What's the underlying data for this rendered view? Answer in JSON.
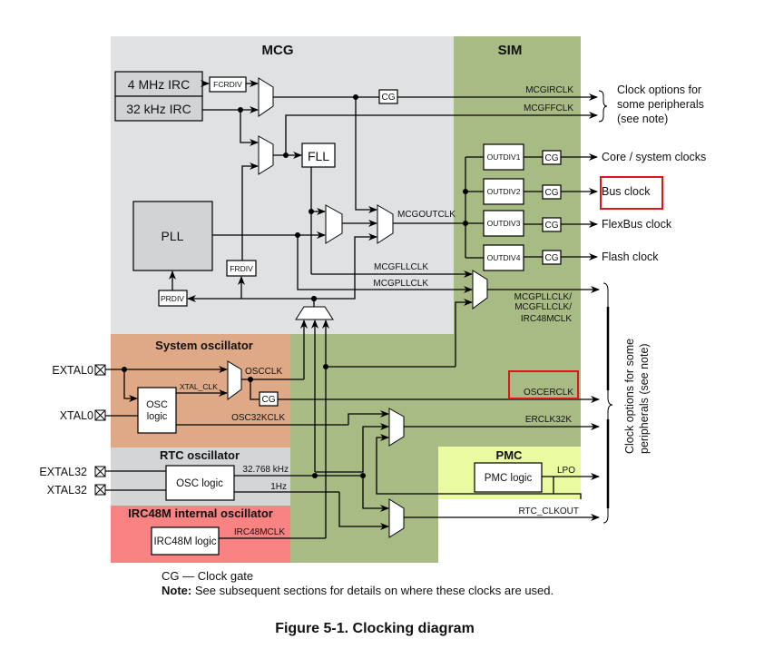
{
  "colors": {
    "mcg_bg": "#dfe1e2",
    "sim_bg": "#a9bb84",
    "sysosc_bg": "#dfa886",
    "rtcosc_bg": "#d4d5d6",
    "irc48m_bg": "#f98383",
    "pmc_bg": "#eafaa0",
    "highlight": "#e0151a",
    "block_grey": "#d2d3d4"
  },
  "regions": {
    "mcg": "MCG",
    "sim": "SIM",
    "system_oscillator": "System oscillator",
    "rtc_oscillator": "RTC oscillator",
    "irc48m_oscillator": "IRC48M internal oscillator",
    "pmc": "PMC"
  },
  "blocks": {
    "irc4m": "4 MHz IRC",
    "irc32k": "32 kHz IRC",
    "fcrdiv": "FCRDIV",
    "fll": "FLL",
    "pll": "PLL",
    "frdiv": "FRDIV",
    "prdiv": "PRDIV",
    "cg": "CG",
    "outdiv": [
      "OUTDIV1",
      "OUTDIV2",
      "OUTDIV3",
      "OUTDIV4"
    ],
    "osc_logic_line1": "OSC",
    "osc_logic_line2": "logic",
    "rtc_osc_logic": "OSC logic",
    "irc48m_logic": "IRC48M logic",
    "pmc_logic": "PMC logic"
  },
  "signals": {
    "mcgirclk": "MCGIRCLK",
    "mcgffclk": "MCGFFCLK",
    "mcgoutclk": "MCGOUTCLK",
    "mcgfllclk": "MCGFLLCLK",
    "mcgpllclk": "MCGPLLCLK",
    "pllfll_irc48_1": "MCGPLLCLK/",
    "pllfll_irc48_2": "MCGFLLCLK/",
    "pllfll_irc48_3": "IRC48MCLK",
    "oscclk": "OSCCLK",
    "xtal_clk": "XTAL_CLK",
    "osc32kclk": "OSC32KCLK",
    "oscerclk": "OSCERCLK",
    "erclk32k": "ERCLK32K",
    "khz32768": "32.768 kHz",
    "hz1": "1Hz",
    "irc48mclk": "IRC48MCLK",
    "lpo": "LPO",
    "rtc_clkout": "RTC_CLKOUT"
  },
  "pins": [
    "EXTAL0",
    "XTAL0",
    "EXTAL32",
    "XTAL32"
  ],
  "outputs": {
    "core": "Core / system clocks",
    "bus": "Bus clock",
    "flexbus": "FlexBus clock",
    "flash": "Flash clock"
  },
  "annotations": {
    "top_brace_1": "Clock options for",
    "top_brace_2": "some peripherals",
    "top_brace_3": "(see note)",
    "side_brace_1": "Clock options for some",
    "side_brace_2": "peripherals (see note)"
  },
  "legend": {
    "cg": "CG — Clock gate",
    "note_label": "Note:",
    "note_text": " See subsequent sections for details on where these clocks are used."
  },
  "figure_title": "Figure 5-1. Clocking diagram"
}
